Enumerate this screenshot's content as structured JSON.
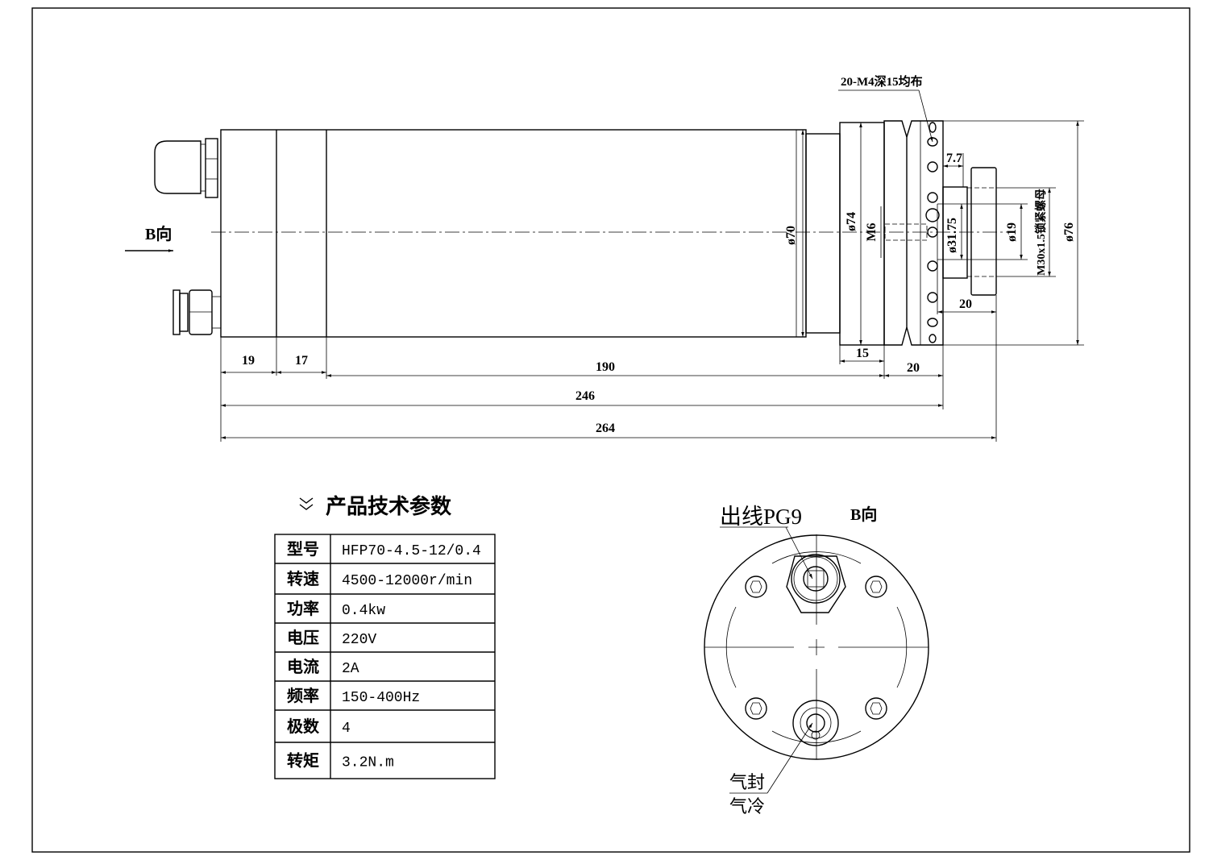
{
  "drawing": {
    "side_view": {
      "direction_label": "B向",
      "hole_note": "20-M4深15均布",
      "dimensions": {
        "d19": "19",
        "d17": "17",
        "d190": "190",
        "d15": "15",
        "d20_body": "20",
        "d246": "246",
        "d264": "264",
        "d7_7": "7.7",
        "d20_shaft": "20",
        "dia70": "ø70",
        "dia74": "ø74",
        "m6": "M6",
        "dia31_75": "ø31.75",
        "dia19": "ø19",
        "m30": "M30x1.5锁紧螺母",
        "dia76": "ø76"
      }
    },
    "spec_table": {
      "title": "产品技术参数",
      "rows": [
        {
          "label": "型号",
          "value": "HFP70-4.5-12/0.4"
        },
        {
          "label": "转速",
          "value": "4500-12000r/min"
        },
        {
          "label": "功率",
          "value": "0.4kw"
        },
        {
          "label": "电压",
          "value": "220V"
        },
        {
          "label": "电流",
          "value": "2A"
        },
        {
          "label": "频率",
          "value": "150-400Hz"
        },
        {
          "label": "极数",
          "value": "4"
        },
        {
          "label": "转矩",
          "value": "3.2N.m"
        }
      ]
    },
    "end_view": {
      "title": "B向",
      "cable_outlet_label": "出线PG9",
      "air_seal_label": "气封",
      "air_cool_label": "气冷"
    }
  }
}
